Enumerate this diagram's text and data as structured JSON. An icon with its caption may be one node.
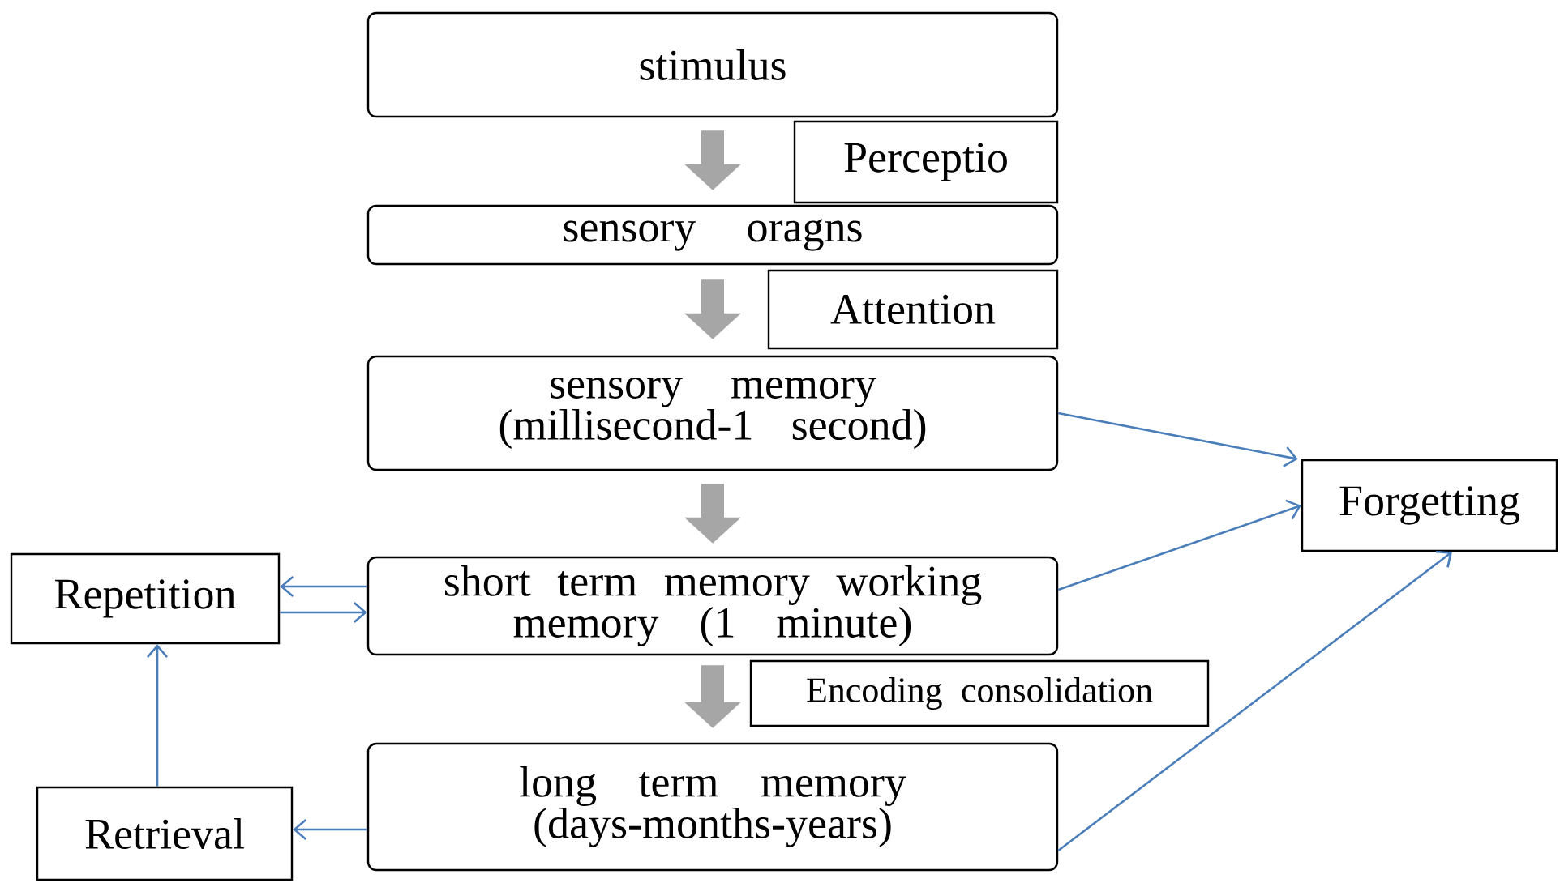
{
  "diagram": {
    "nodes": [
      {
        "text": [
          "stimulus"
        ]
      },
      {
        "text": [
          "Perceptio"
        ]
      },
      {
        "text": [
          "sensory oragns"
        ]
      },
      {
        "text": [
          "Attention"
        ]
      },
      {
        "text": [
          "sensory memory (millisecond-1 second)"
        ]
      },
      {
        "text": [
          "Forgetting"
        ]
      },
      {
        "text": [
          "Repetition"
        ]
      },
      {
        "text": [
          "short term memory working memory (1 minute)"
        ]
      },
      {
        "text": [
          "Encoding consolidation"
        ]
      },
      {
        "text": [
          "long term memory (days-months-years)"
        ]
      },
      {
        "text": [
          "Retrieval"
        ]
      }
    ],
    "edges": [
      {
        "from": 0,
        "to": 2,
        "arrow": "to",
        "style": "thick",
        "color": "#a6a6a6"
      },
      {
        "from": 2,
        "to": 4,
        "arrow": "to",
        "style": "thick",
        "color": "#a6a6a6"
      },
      {
        "from": 4,
        "to": 7,
        "arrow": "to",
        "style": "thick",
        "color": "#a6a6a6"
      },
      {
        "from": 7,
        "to": 9,
        "arrow": "to",
        "style": "thick",
        "color": "#a6a6a6"
      },
      {
        "from": 4,
        "to": 5,
        "arrow": "to"
      },
      {
        "from": 7,
        "to": 5,
        "arrow": "to"
      },
      {
        "from": 9,
        "to": 5,
        "arrow": "to"
      },
      {
        "from": 7,
        "to": 6,
        "arrow": "to"
      },
      {
        "from": 6,
        "to": 7,
        "arrow": "to"
      },
      {
        "from": 9,
        "to": 10,
        "arrow": "to"
      },
      {
        "from": 10,
        "to": 6,
        "arrow": "to"
      }
    ]
  }
}
